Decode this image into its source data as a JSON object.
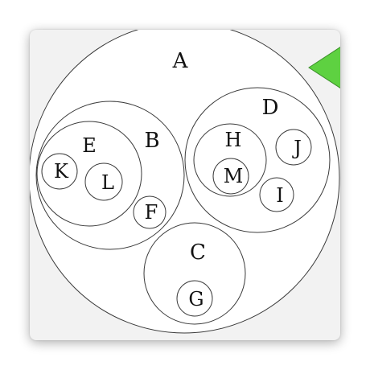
{
  "diagram": {
    "type": "nested-circles",
    "nodes": [
      {
        "id": "A",
        "label": "A"
      },
      {
        "id": "B",
        "label": "B",
        "parent": "A"
      },
      {
        "id": "C",
        "label": "C",
        "parent": "A"
      },
      {
        "id": "D",
        "label": "D",
        "parent": "A"
      },
      {
        "id": "E",
        "label": "E",
        "parent": "B"
      },
      {
        "id": "F",
        "label": "F",
        "parent": "B"
      },
      {
        "id": "K",
        "label": "K",
        "parent": "E"
      },
      {
        "id": "L",
        "label": "L",
        "parent": "E"
      },
      {
        "id": "H",
        "label": "H",
        "parent": "D"
      },
      {
        "id": "I",
        "label": "I",
        "parent": "D"
      },
      {
        "id": "J",
        "label": "J",
        "parent": "D"
      },
      {
        "id": "M",
        "label": "M",
        "parent": "H"
      },
      {
        "id": "G",
        "label": "G",
        "parent": "C"
      }
    ],
    "pointer_color": "#5ed141",
    "pointer_stroke": "#3c8f2a"
  }
}
